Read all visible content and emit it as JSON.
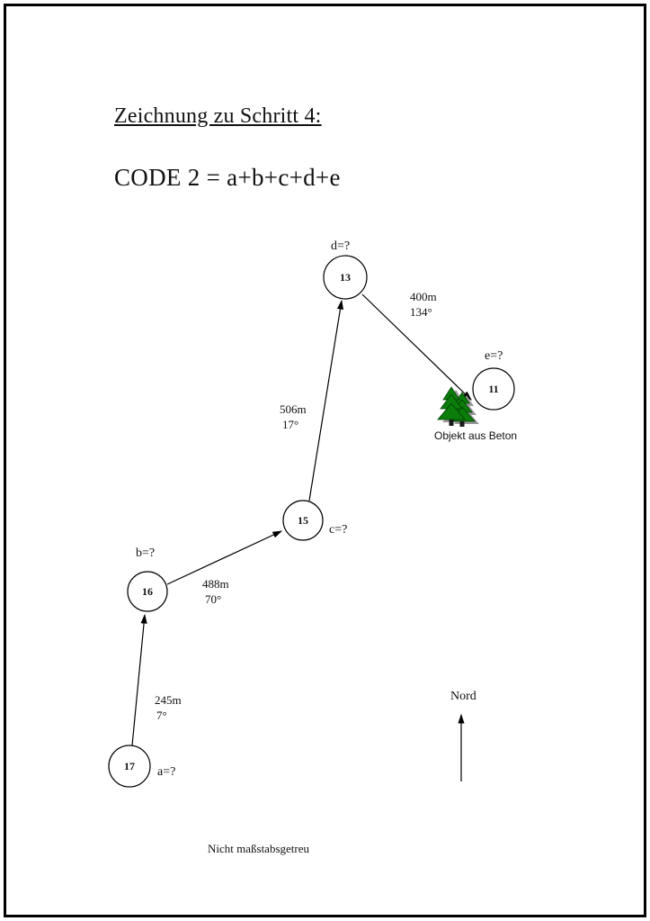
{
  "page": {
    "title": "Zeichnung zu Schritt 4:",
    "code_line": "CODE 2 = a+b+c+d+e",
    "footer_note": "Nicht maßstabsgetreu"
  },
  "diagram": {
    "north_label": "Nord",
    "object_label": "Objekt aus Beton",
    "nodes": [
      {
        "id": "13",
        "label": "13",
        "unknown": "d=?"
      },
      {
        "id": "11",
        "label": "11",
        "unknown": "e=?"
      },
      {
        "id": "15",
        "label": "15",
        "unknown": "c=?"
      },
      {
        "id": "16",
        "label": "16",
        "unknown": "b=?"
      },
      {
        "id": "17",
        "label": "17",
        "unknown": "a=?"
      }
    ],
    "legs": [
      {
        "from": "17",
        "to": "16",
        "distance": "245m",
        "bearing": "7°"
      },
      {
        "from": "16",
        "to": "15",
        "distance": "488m",
        "bearing": "70°"
      },
      {
        "from": "15",
        "to": "13",
        "distance": "506m",
        "bearing": "17°"
      },
      {
        "from": "13",
        "to": "11",
        "distance": "400m",
        "bearing": "134°"
      }
    ],
    "colors": {
      "tree_green": "#0b7d0b",
      "tree_shadow": "#999999",
      "ink": "#000000"
    }
  }
}
